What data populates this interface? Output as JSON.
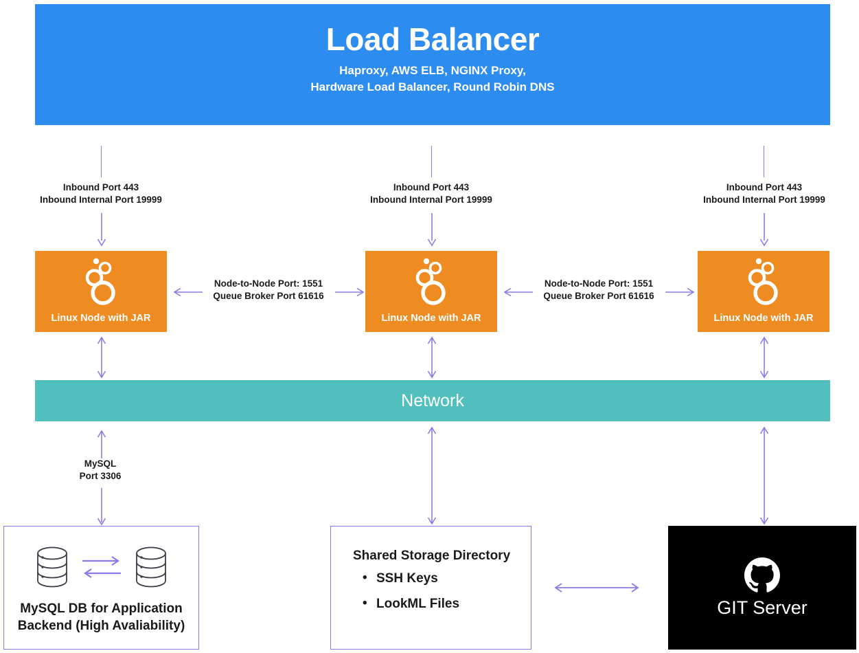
{
  "diagram": {
    "load_balancer": {
      "title": "Load Balancer",
      "subtitle_line1": "Haproxy, AWS ELB, NGINX Proxy,",
      "subtitle_line2": "Hardware Load Balancer, Round Robin DNS",
      "color": "#2d8cef"
    },
    "inbound_labels": [
      {
        "line1": "Inbound Port 443",
        "line2": "Inbound Internal Port 19999"
      },
      {
        "line1": "Inbound Port 443",
        "line2": "Inbound Internal Port 19999"
      },
      {
        "line1": "Inbound Port 443",
        "line2": "Inbound Internal Port 19999"
      }
    ],
    "nodes": [
      {
        "label": "Linux Node with JAR",
        "icon": "looker-logo-icon",
        "color": "#ee8c22"
      },
      {
        "label": "Linux Node with JAR",
        "icon": "looker-logo-icon",
        "color": "#ee8c22"
      },
      {
        "label": "Linux Node with JAR",
        "icon": "looker-logo-icon",
        "color": "#ee8c22"
      }
    ],
    "node_to_node_labels": [
      {
        "line1": "Node-to-Node Port: 1551",
        "line2": "Queue Broker Port 61616"
      },
      {
        "line1": "Node-to-Node Port: 1551",
        "line2": "Queue Broker Port 61616"
      }
    ],
    "network": {
      "label": "Network",
      "color": "#52bfbf"
    },
    "mysql_link": {
      "line1": "MySQL",
      "line2": "Port 3306"
    },
    "database_box": {
      "caption_line1": "MySQL DB for Application",
      "caption_line2": "Backend (High Avaliability)",
      "icon": "database-cylinder-icon"
    },
    "storage_box": {
      "title": "Shared Storage Directory",
      "items": [
        "SSH Keys",
        "LookML Files"
      ]
    },
    "git_box": {
      "label": "GIT Server",
      "icon": "github-octocat-icon",
      "background": "#000000"
    },
    "accent_color": "#8a7be8"
  }
}
